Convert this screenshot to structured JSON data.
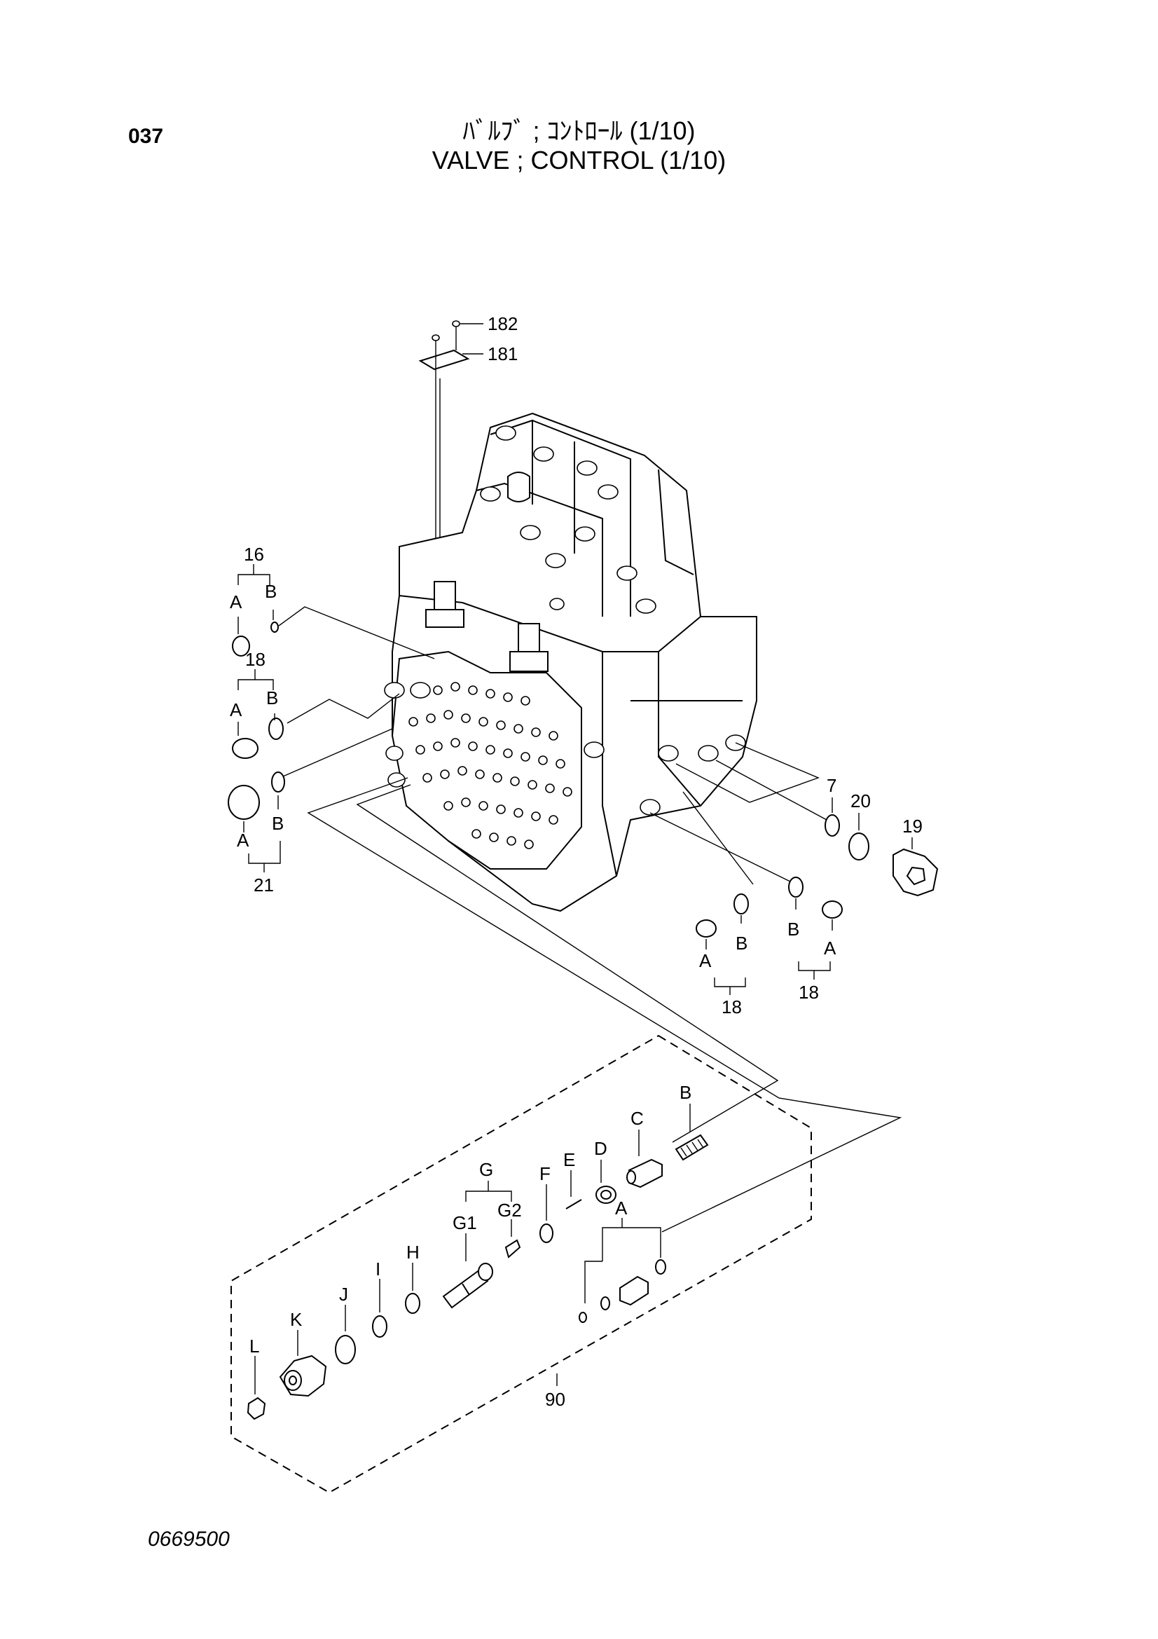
{
  "header": {
    "page_number": "037",
    "title_jp": "ﾊﾞﾙﾌﾞ ; ｺﾝﾄﾛｰﾙ (1/10)",
    "title_en": "VALVE ; CONTROL (1/10)"
  },
  "footer": {
    "drawing_number": "0669500"
  },
  "callouts": {
    "c182": "182",
    "c181": "181",
    "c16": "16",
    "c18_top": "18",
    "c21": "21",
    "c7": "7",
    "c20": "20",
    "c19": "19",
    "c18_left": "18",
    "c18_right": "18",
    "c90": "90"
  },
  "letters": {
    "a": "A",
    "b": "B",
    "c": "C",
    "d": "D",
    "e": "E",
    "f": "F",
    "g": "G",
    "g1": "G1",
    "g2": "G2",
    "h": "H",
    "i": "I",
    "j": "J",
    "k": "K",
    "l": "L"
  }
}
